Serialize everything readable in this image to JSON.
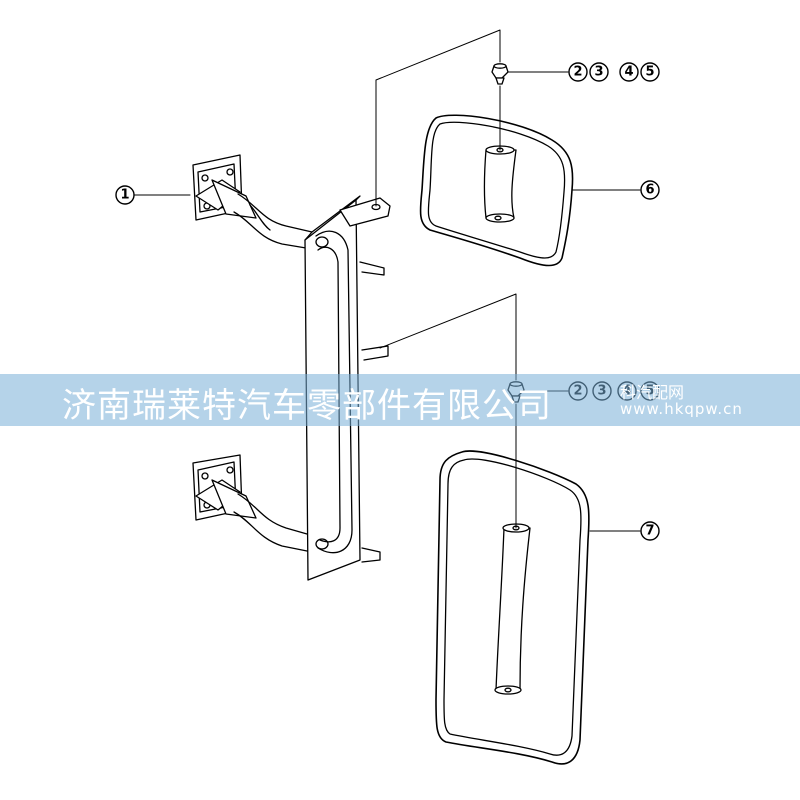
{
  "callouts": {
    "c1": "1",
    "c6": "6",
    "c7": "7",
    "upper_group": [
      "2",
      "3",
      "4",
      "5"
    ],
    "lower_group": [
      "2",
      "3",
      "4",
      "5"
    ]
  },
  "watermark": {
    "company": "济南瑞莱特汽车零部件有限公司",
    "site_name": "科汽配网",
    "site_url": "www.hkqpw.cn"
  }
}
